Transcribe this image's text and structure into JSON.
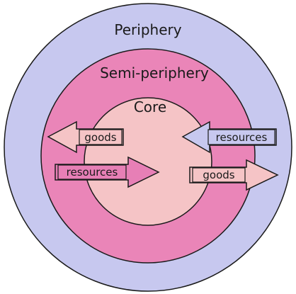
{
  "rings": {
    "periphery": {
      "label": "Periphery",
      "color": "#c7c8ef"
    },
    "semi_periphery": {
      "label": "Semi-periphery",
      "color": "#ea85b8"
    },
    "core": {
      "label": "Core",
      "color": "#f5c4c6"
    }
  },
  "arrows": [
    {
      "id": "goods-left",
      "label": "goods",
      "direction": "left",
      "color": "#f5c4c6"
    },
    {
      "id": "resources-right",
      "label": "resources",
      "direction": "right",
      "color": "#e77fb6"
    },
    {
      "id": "resources-left",
      "label": "resources",
      "direction": "left",
      "color": "#c7c8ef"
    },
    {
      "id": "goods-right",
      "label": "goods",
      "direction": "right",
      "color": "#f5c4c6"
    }
  ],
  "stroke_color": "#1a1a1a"
}
